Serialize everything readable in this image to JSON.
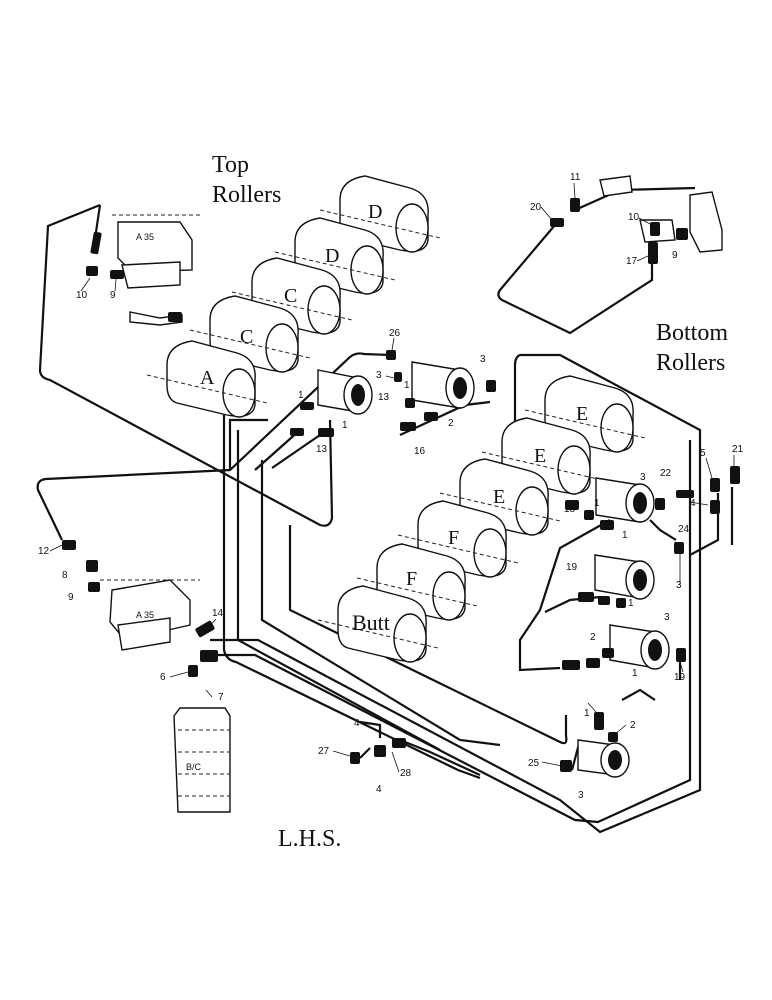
{
  "labels": {
    "top_line1": "Top",
    "top_line2": "Rollers",
    "bottom_line1": "Bottom",
    "bottom_line2": "Rollers",
    "butt": "Butt",
    "side": "L.H.S."
  },
  "rollers": {
    "top": [
      "D",
      "D",
      "C",
      "C",
      "A"
    ],
    "bottom": [
      "E",
      "E",
      "E",
      "F",
      "F"
    ]
  },
  "components": {
    "valve_upper": "A 35",
    "valve_lower": "A 35",
    "pump": "B/C"
  },
  "callouts": [
    "26",
    "3",
    "1",
    "13",
    "1",
    "13",
    "1",
    "2",
    "16",
    "3",
    "10",
    "9",
    "11",
    "20",
    "10",
    "9",
    "17",
    "12",
    "8",
    "9",
    "14",
    "6",
    "7",
    "4",
    "27",
    "4",
    "28",
    "3",
    "22",
    "5",
    "21",
    "4",
    "18",
    "1",
    "1",
    "24",
    "3",
    "19",
    "1",
    "3",
    "2",
    "1",
    "19",
    "1",
    "2",
    "25",
    "3"
  ]
}
